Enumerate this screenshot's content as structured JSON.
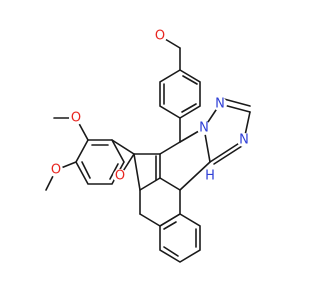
{
  "molecule": {
    "atom_labels": {
      "o_methoxy_top": "O",
      "o_methoxy_left_upper": "O",
      "o_methoxy_left_lower": "O",
      "o_pyran": "O",
      "n_triazole_1": "N",
      "n_triazole_2": "N",
      "n_triazole_3": "N",
      "nh": "H"
    },
    "colors": {
      "bond": "#1a1a1a",
      "oxygen": "#e8251f",
      "nitrogen": "#2f3fd6"
    }
  }
}
